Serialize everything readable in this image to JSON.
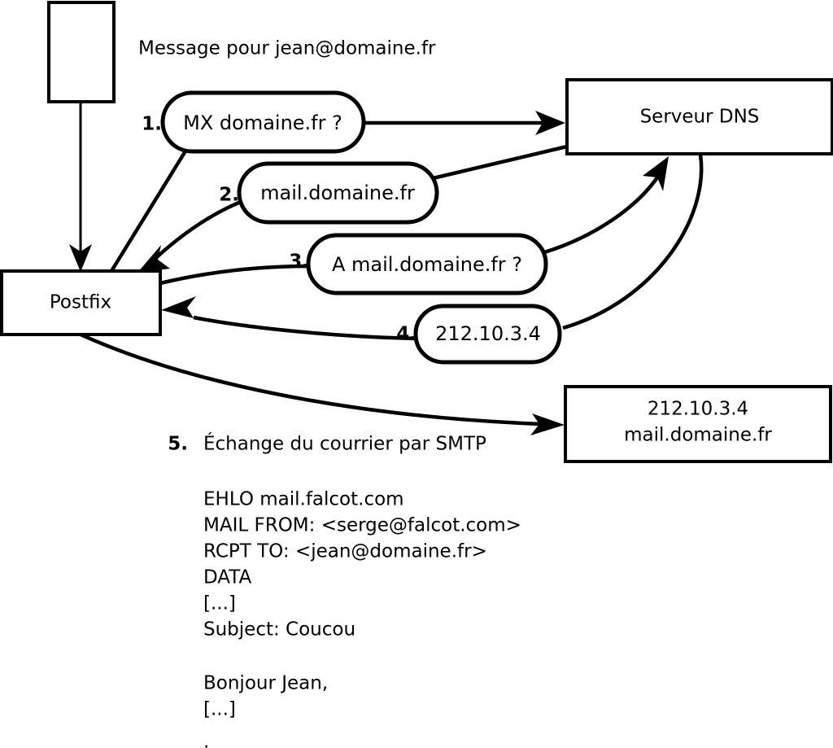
{
  "diagram": {
    "title_text": "Message pour jean@domaine.fr",
    "nodes": {
      "mail_client": {
        "label": ""
      },
      "postfix": {
        "label": "Postfix"
      },
      "dns_server": {
        "label": "Serveur DNS"
      },
      "mail_server": {
        "line1": "212.10.3.4",
        "line2": "mail.domaine.fr"
      }
    },
    "steps": [
      {
        "number": "1.",
        "label": "MX domaine.fr ?"
      },
      {
        "number": "2.",
        "label": "mail.domaine.fr"
      },
      {
        "number": "3.",
        "label": "A mail.domaine.fr ?"
      },
      {
        "number": "4.",
        "label": "212.10.3.4"
      },
      {
        "number": "5.",
        "label": "Échange du courrier par SMTP"
      }
    ],
    "smtp_transcript": [
      "EHLO mail.falcot.com",
      "MAIL FROM: <serge@falcot.com>",
      "RCPT TO: <jean@domaine.fr>",
      "DATA",
      "[...]",
      "Subject: Coucou",
      "",
      "Bonjour Jean,",
      "[...]",
      "",
      "."
    ],
    "colors": {
      "stroke": "#000000",
      "fill": "#ffffff",
      "text": "#000000"
    }
  }
}
